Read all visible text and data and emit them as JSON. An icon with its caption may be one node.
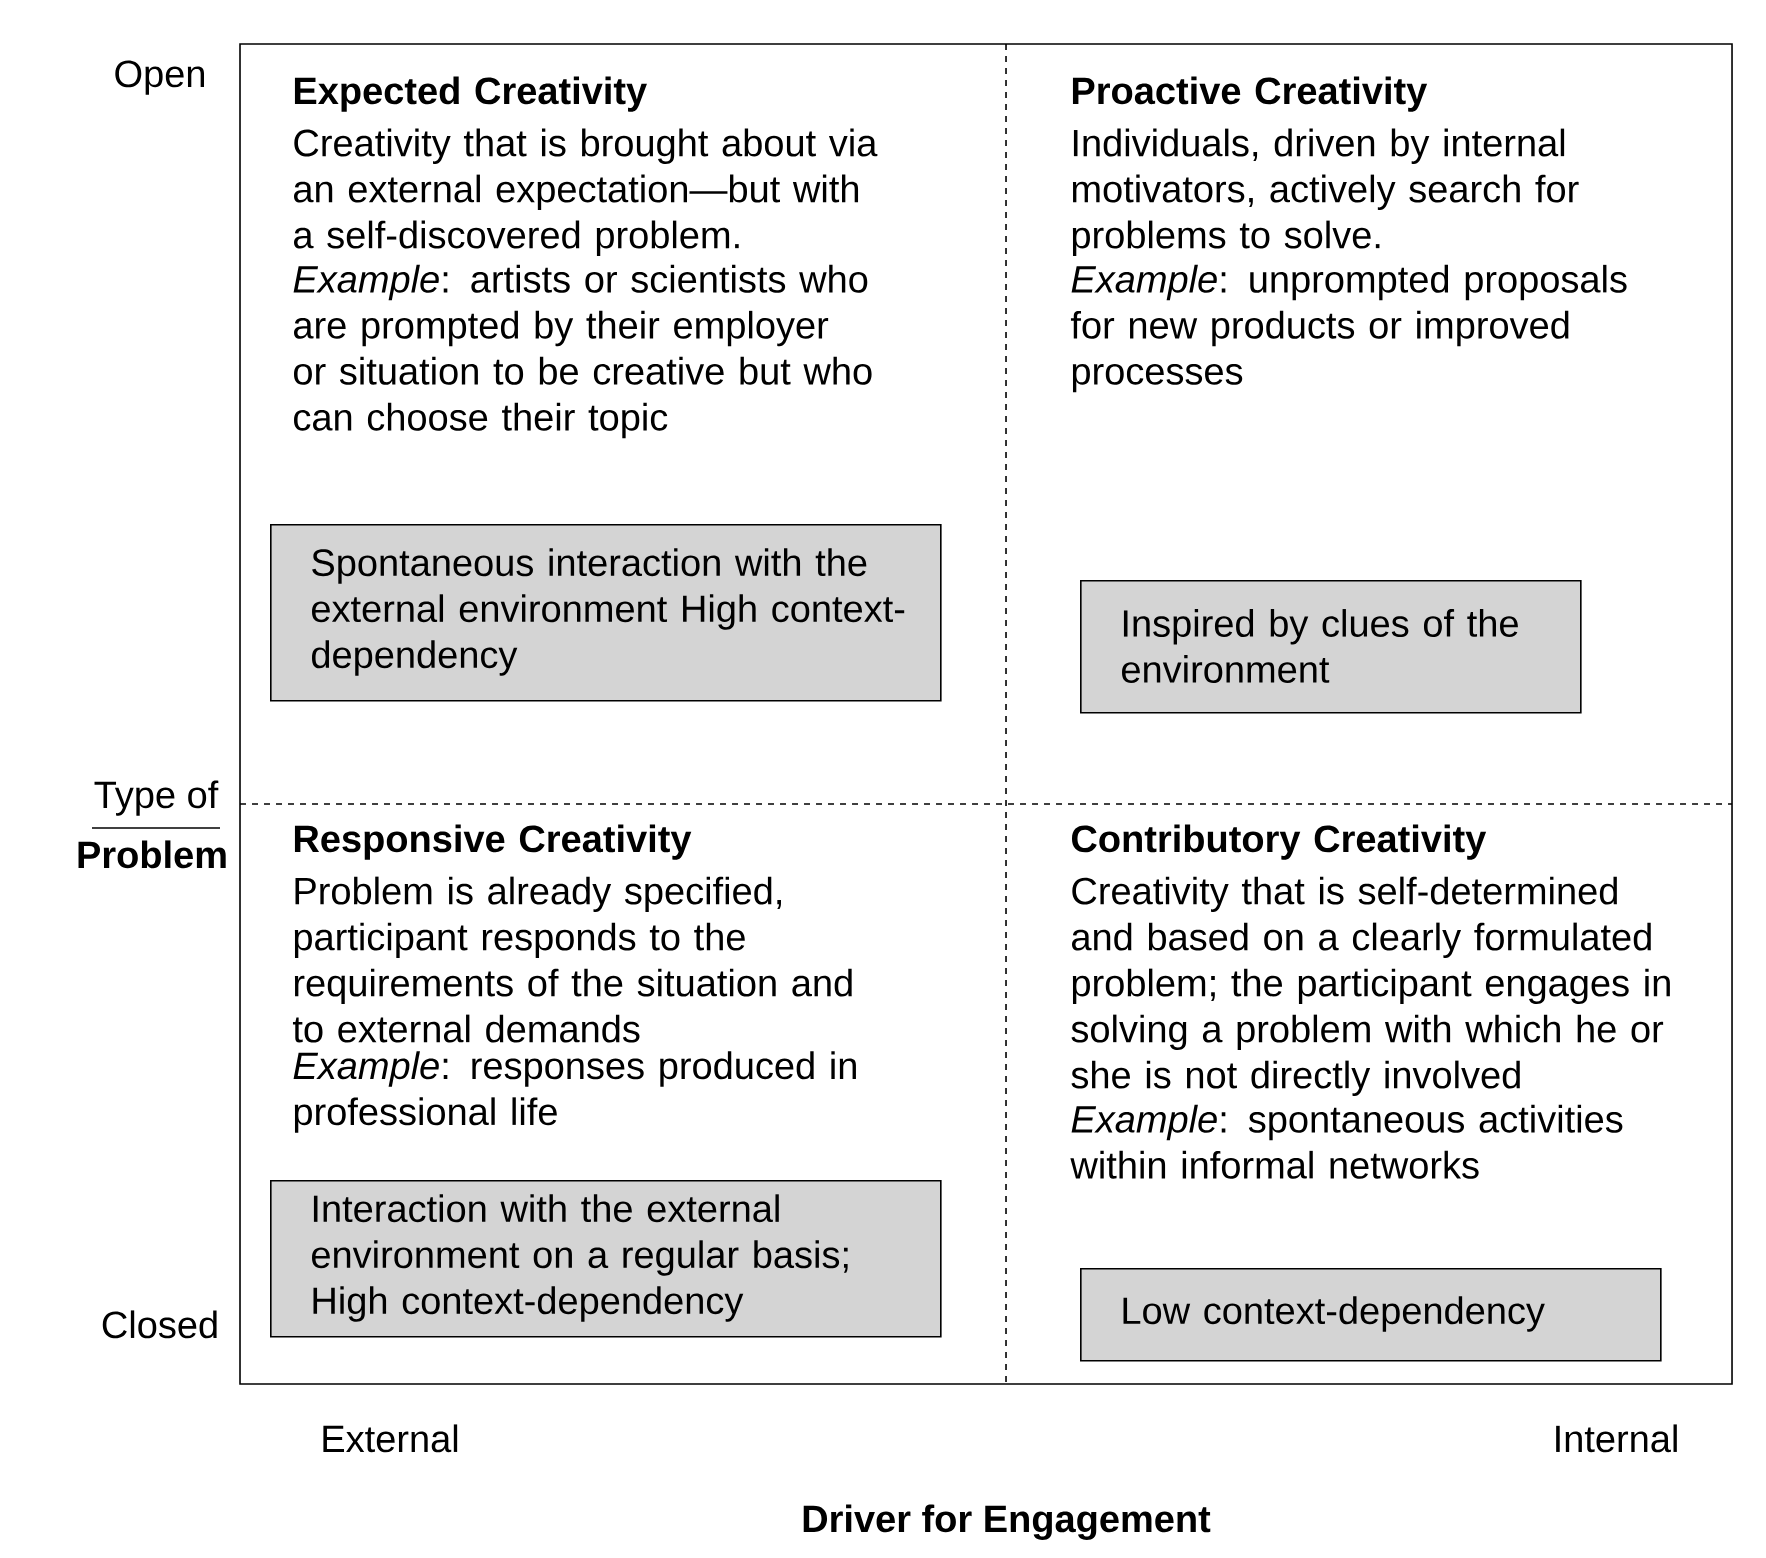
{
  "diagram": {
    "nodes": [
      {
        "text": [
          "Expected Creativity",
          "Creativity that is brought about via an external expectation—but with a self-discovered problem.",
          "*Example*: artists or scientists who are prompted by their employer or situation to be creative but who can choose their topic"
        ]
      },
      {
        "text": [
          "Spontaneous interaction with the external environment High context-dependency"
        ]
      },
      {
        "text": [
          "Proactive Creativity",
          "Individuals, driven by internal motivators, actively search for problems to solve.",
          "*Example*: unprompted proposals for new products or improved processes"
        ]
      },
      {
        "text": [
          "Inspired by clues of the environment"
        ]
      },
      {
        "text": [
          "Responsive Creativity",
          "Problem is already specified, participant responds to the requirements of the situation and to external demands",
          "*Example*: responses produced in professional life"
        ]
      },
      {
        "text": [
          "Interaction with the external environment on a regular basis; High context-dependency"
        ]
      },
      {
        "text": [
          "Contributory Creativity",
          "Creativity that is self-determined and based on a clearly formulated problem; the participant engages in solving a problem with which he or she is not directly involved",
          "*Example*: spontaneous activities within informal networks"
        ]
      },
      {
        "text": [
          "Low context-dependency"
        ]
      }
    ],
    "edges": [],
    "labels": [
      "Open",
      "Type of",
      "Problem",
      "Closed",
      "External",
      "Internal",
      "Driver for Engagement"
    ]
  }
}
